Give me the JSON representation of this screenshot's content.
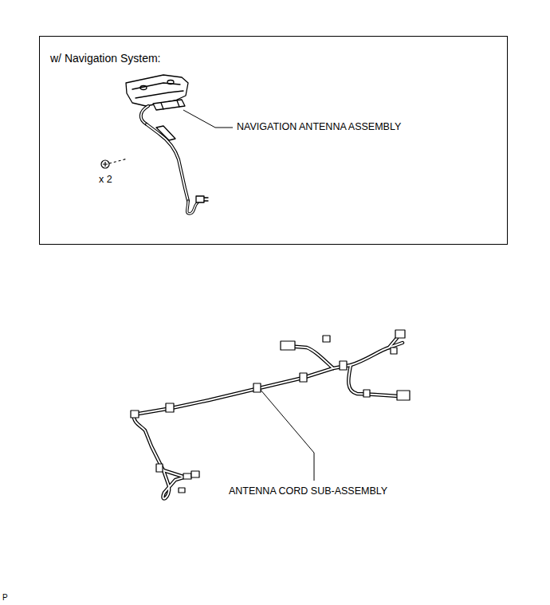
{
  "diagram": {
    "nodes": [
      {
        "text": [
          "w/ Navigation System:"
        ]
      }
    ],
    "labels": [
      "x 2",
      "NAVIGATION ANTENNA ASSEMBLY",
      "ANTENNA CORD SUB-ASSEMBLY",
      "P"
    ]
  }
}
